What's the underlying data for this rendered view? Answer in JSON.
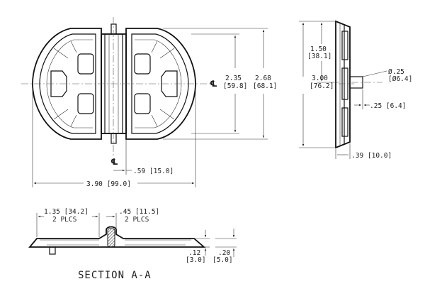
{
  "dimensions": {
    "height_inner": "2.35",
    "height_inner_mm": "[59.8]",
    "height_outer": "2.68",
    "height_outer_mm": "[68.1]",
    "width_overall": "3.90 [99.0]",
    "pin_offset": ".59 [15.0]",
    "side_height": "3.00",
    "side_height_mm": "[76.2]",
    "side_half": "1.50",
    "side_half_mm": "[38.1]",
    "pin_dia": "Ø.25",
    "pin_dia_mm": "[Ø6.4]",
    "pin_length": ".25 [6.4]",
    "side_depth": ".39 [10.0]",
    "sect_left": "1.35 [34.2]",
    "sect_left_note": "2 PLCS",
    "sect_right": ".45 [11.5]",
    "sect_right_note": "2 PLCS",
    "sect_thk_in": ".12",
    "sect_thk_mm": "[3.0]",
    "sect_h_in": ".20",
    "sect_h_mm": "[5.0]"
  },
  "labels": {
    "centerline_symbol": "℄",
    "section_title": "SECTION A-A"
  }
}
